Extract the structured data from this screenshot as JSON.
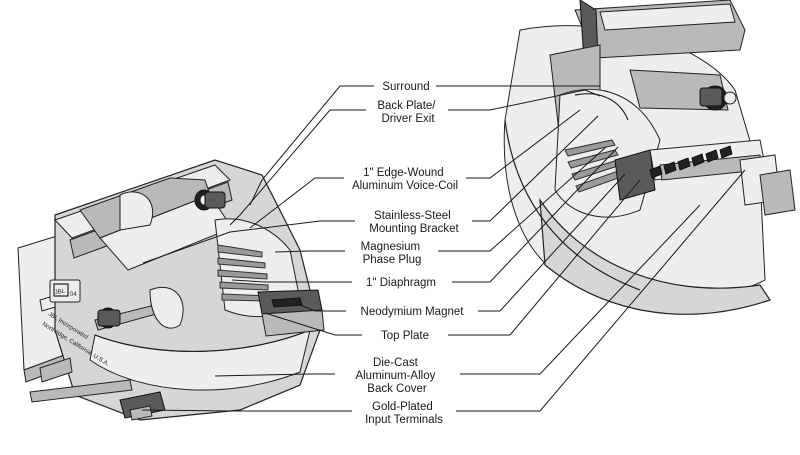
{
  "labels": [
    {
      "id": "surround",
      "lines": [
        "Surround"
      ]
    },
    {
      "id": "back-plate",
      "lines": [
        "Back Plate/",
        "Driver Exit"
      ]
    },
    {
      "id": "voice-coil",
      "lines": [
        "1\" Edge-Wound",
        "Aluminum Voice-Coil"
      ]
    },
    {
      "id": "mounting-bracket",
      "lines": [
        "Stainless-Steel",
        "Mounting Bracket"
      ]
    },
    {
      "id": "phase-plug",
      "lines": [
        "Magnesium",
        "Phase Plug"
      ]
    },
    {
      "id": "diaphragm",
      "lines": [
        "1\" Diaphragm"
      ]
    },
    {
      "id": "magnet",
      "lines": [
        "Neodymium Magnet"
      ]
    },
    {
      "id": "top-plate",
      "lines": [
        "Top Plate"
      ]
    },
    {
      "id": "back-cover",
      "lines": [
        "Die-Cast",
        "Aluminum-Alloy",
        "Back Cover"
      ]
    },
    {
      "id": "input-terminals",
      "lines": [
        "Gold-Plated",
        "Input Terminals"
      ]
    }
  ],
  "device_markings": {
    "logo": "JBL",
    "model_digits": "04",
    "maker_line_1": "JBL Incorporated",
    "maker_line_2": "Northridge, California, U.S.A."
  }
}
